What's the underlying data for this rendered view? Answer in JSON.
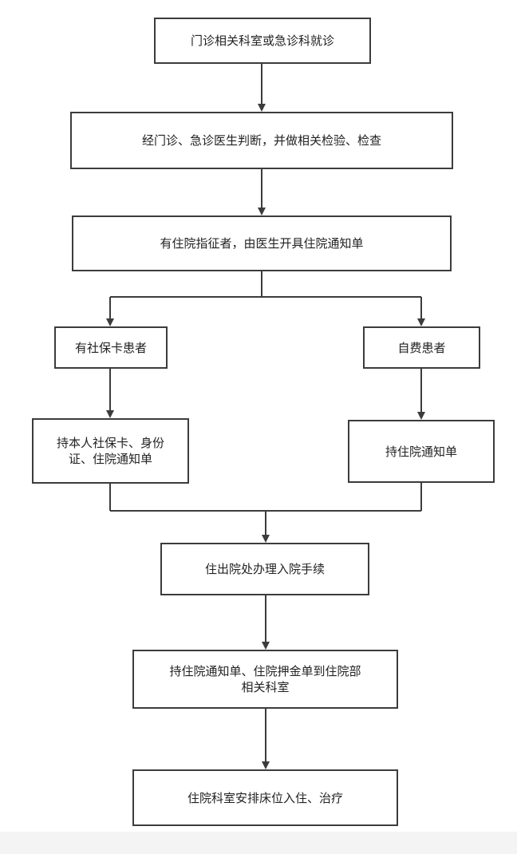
{
  "flowchart": {
    "line_color": "#3c3c3c",
    "nodes": {
      "clinic_visit": "门诊相关科室或急诊科就诊",
      "doctor_judgment": "经门诊、急诊医生判断，并做相关检验、检查",
      "issue_notice": "有住院指征者，由医生开具住院通知单",
      "social_insurance_patient": "有社保卡患者",
      "self_pay_patient": "自费患者",
      "bring_documents_line1": "持本人社保卡、身份",
      "bring_documents_line2": "证、住院通知单",
      "bring_notice": "持住院通知单",
      "admission_office": "住出院处办理入院手续",
      "go_to_ward_line1": "持住院通知单、住院押金单到住院部",
      "go_to_ward_line2": "相关科室",
      "bed_assignment": "住院科室安排床位入住、治疗"
    }
  }
}
